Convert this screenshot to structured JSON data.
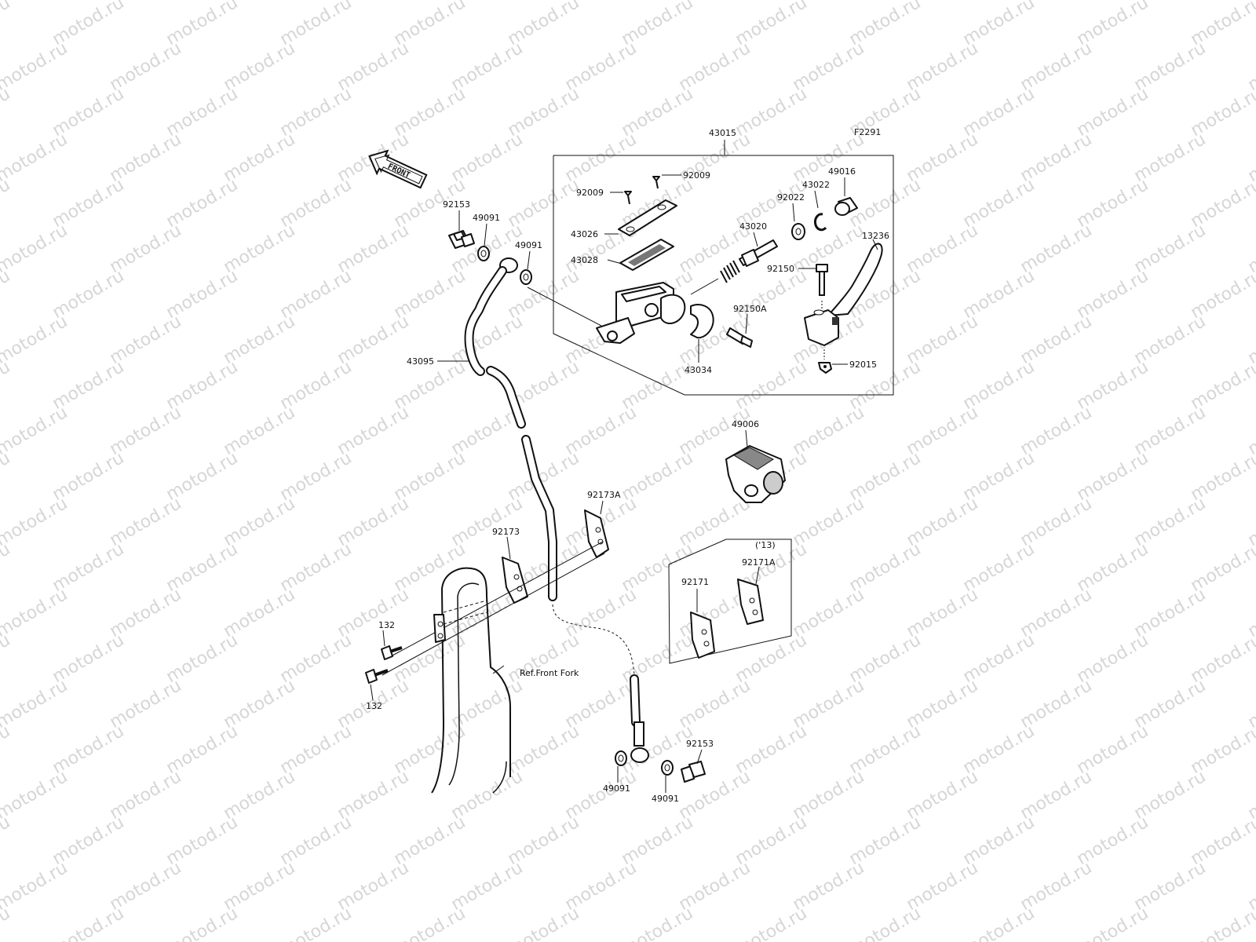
{
  "diagram_code": "F2291",
  "watermark": "motod.ru",
  "front_label": "FRONT",
  "ref_label": "Ref.Front Fork",
  "year_label": "('13)",
  "assembly_label": "43015",
  "parts": {
    "p92009a": "92009",
    "p92009b": "92009",
    "p43026": "43026",
    "p43028": "43028",
    "p43020": "43020",
    "p92022": "92022",
    "p43022": "43022",
    "p49016": "49016",
    "p13236": "13236",
    "p92150": "92150",
    "p92150A": "92150A",
    "p43034": "43034",
    "p92015": "92015",
    "p92153a": "92153",
    "p49091a": "49091",
    "p49091b": "49091",
    "p43095": "43095",
    "p49006": "49006",
    "p92173A": "92173A",
    "p92173": "92173",
    "p92171": "92171",
    "p92171A": "92171A",
    "p132a": "132",
    "p132b": "132",
    "p92153b": "92153",
    "p49091c": "49091",
    "p49091d": "49091"
  }
}
